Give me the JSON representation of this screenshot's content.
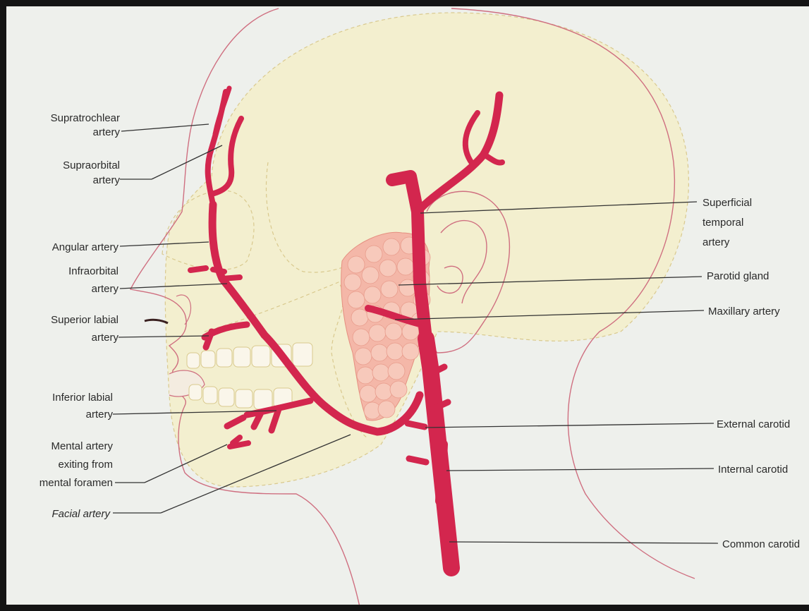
{
  "labels": {
    "supratrochlear": [
      "Supratrochlear",
      "artery"
    ],
    "supraorbital": [
      "Supraorbital",
      "artery"
    ],
    "angular": [
      "Angular artery"
    ],
    "infraorbital": [
      "Infraorbital",
      "artery"
    ],
    "superior_labial": [
      "Superior labial",
      "artery"
    ],
    "inferior_labial": [
      "Inferior labial",
      "artery"
    ],
    "mental": [
      "Mental artery",
      "exiting from",
      "mental foramen"
    ],
    "facial": [
      "Facial artery"
    ],
    "superficial_temporal": [
      "Superficial",
      "temporal",
      "artery"
    ],
    "parotid": [
      "Parotid gland"
    ],
    "maxillary": [
      "Maxillary artery"
    ],
    "external_carotid": [
      "External carotid"
    ],
    "internal_carotid": [
      "Internal carotid"
    ],
    "common_carotid": [
      "Common carotid"
    ]
  },
  "colors": {
    "artery": "#d3264e",
    "parotid": "#f4b7a8",
    "skull_fill": "#f3efcf",
    "outline": "#d48a94",
    "frame": "#141414"
  }
}
